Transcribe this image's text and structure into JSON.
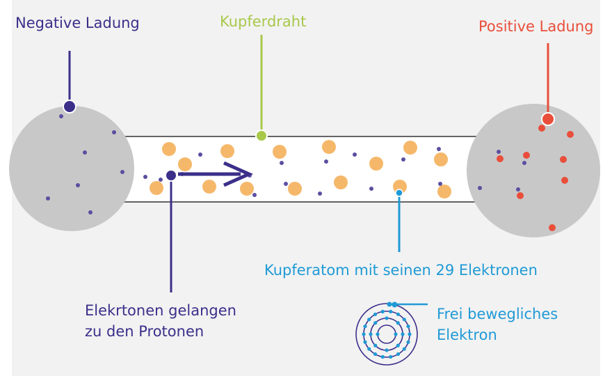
{
  "labels": {
    "negative_charge": "Negative Ladung",
    "copper_wire": "Kupferdraht",
    "positive_charge": "Positive Ladung",
    "copper_atom": "Kupferatom mit seinen 29 Elektronen",
    "electron_flow_line1": "Elekrtonen gelangen",
    "electron_flow_line2": "zu den Protonen",
    "free_electron_line1": "Frei bewegliches",
    "free_electron_line2": "Elektron"
  },
  "colors": {
    "panel": "#f2f2f2",
    "sphere": "#c8c8c8",
    "electron": "#3b2f8a",
    "proton": "#e94e3a",
    "copper_atom": "#f5b86a",
    "wire_callout": "#a8c84a",
    "atom_callout": "#1f9ad6"
  },
  "icons": {
    "flow_arrow": "right-arrow-icon",
    "atom_shells": "atom-shell-icon"
  }
}
